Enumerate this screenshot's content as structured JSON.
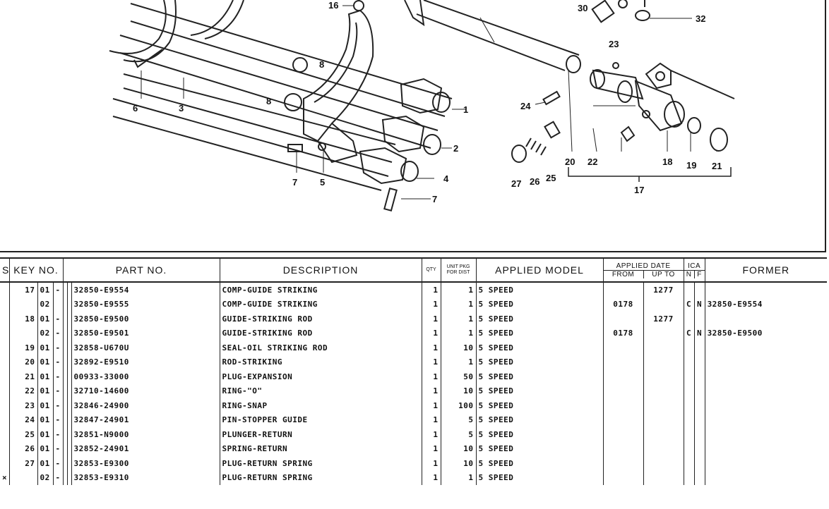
{
  "diagram": {
    "callouts": [
      "16",
      "30",
      "32",
      "23",
      "6",
      "3",
      "8",
      "8",
      "1",
      "24",
      "2",
      "4",
      "7",
      "5",
      "7",
      "20",
      "22",
      "18",
      "19",
      "21",
      "27",
      "26",
      "25",
      "17"
    ]
  },
  "table": {
    "headers": {
      "s": "S",
      "key_no": "KEY NO.",
      "part_no": "PART  NO.",
      "description": "DESCRIPTION",
      "qty": "QTY",
      "unit_pkg": "UNIT PKG FOR DIST",
      "applied_model": "APPLIED MODEL",
      "applied_date": "APPLIED DATE",
      "from": "FROM",
      "up_to": "UP TO",
      "ica": "ICA",
      "n": "N",
      "f": "F",
      "former": "FORMER"
    },
    "rows": [
      {
        "s": "",
        "key": "17",
        "sub": "01",
        "dash": "-",
        "part": "32850-E9554",
        "desc": "COMP-GUIDE STRIKING",
        "qty": "1",
        "unit": "1",
        "model": "5 SPEED",
        "from": "",
        "upto": "1277",
        "n": "",
        "f": "",
        "former": ""
      },
      {
        "s": "",
        "key": "",
        "sub": "02",
        "dash": "",
        "part": "32850-E9555",
        "desc": "COMP-GUIDE STRIKING",
        "qty": "1",
        "unit": "1",
        "model": "5 SPEED",
        "from": "0178",
        "upto": "",
        "n": "C",
        "f": "N",
        "former": "32850-E9554"
      },
      {
        "s": "",
        "key": "18",
        "sub": "01",
        "dash": "-",
        "part": "32850-E9500",
        "desc": "GUIDE-STRIKING ROD",
        "qty": "1",
        "unit": "1",
        "model": "5 SPEED",
        "from": "",
        "upto": "1277",
        "n": "",
        "f": "",
        "former": ""
      },
      {
        "s": "",
        "key": "",
        "sub": "02",
        "dash": "-",
        "part": "32850-E9501",
        "desc": "GUIDE-STRIKING ROD",
        "qty": "1",
        "unit": "1",
        "model": "5 SPEED",
        "from": "0178",
        "upto": "",
        "n": "C",
        "f": "N",
        "former": "32850-E9500"
      },
      {
        "s": "",
        "key": "19",
        "sub": "01",
        "dash": "-",
        "part": "32858-U670U",
        "desc": "SEAL-OIL STRIKING ROD",
        "qty": "1",
        "unit": "10",
        "model": "5 SPEED",
        "from": "",
        "upto": "",
        "n": "",
        "f": "",
        "former": ""
      },
      {
        "s": "",
        "key": "20",
        "sub": "01",
        "dash": "-",
        "part": "32892-E9510",
        "desc": "ROD-STRIKING",
        "qty": "1",
        "unit": "1",
        "model": "5 SPEED",
        "from": "",
        "upto": "",
        "n": "",
        "f": "",
        "former": ""
      },
      {
        "s": "",
        "key": "21",
        "sub": "01",
        "dash": "-",
        "part": "00933-33000",
        "desc": "PLUG-EXPANSION",
        "qty": "1",
        "unit": "50",
        "model": "5 SPEED",
        "from": "",
        "upto": "",
        "n": "",
        "f": "",
        "former": ""
      },
      {
        "s": "",
        "key": "22",
        "sub": "01",
        "dash": "-",
        "part": "32710-14600",
        "desc": "RING-\"O\"",
        "qty": "1",
        "unit": "10",
        "model": "5 SPEED",
        "from": "",
        "upto": "",
        "n": "",
        "f": "",
        "former": ""
      },
      {
        "s": "",
        "key": "23",
        "sub": "01",
        "dash": "-",
        "part": "32846-24900",
        "desc": "RING-SNAP",
        "qty": "1",
        "unit": "100",
        "model": "5 SPEED",
        "from": "",
        "upto": "",
        "n": "",
        "f": "",
        "former": ""
      },
      {
        "s": "",
        "key": "24",
        "sub": "01",
        "dash": "-",
        "part": "32847-24901",
        "desc": "PIN-STOPPER GUIDE",
        "qty": "1",
        "unit": "5",
        "model": "5 SPEED",
        "from": "",
        "upto": "",
        "n": "",
        "f": "",
        "former": ""
      },
      {
        "s": "",
        "key": "25",
        "sub": "01",
        "dash": "-",
        "part": "32851-N9000",
        "desc": "PLUNGER-RETURN",
        "qty": "1",
        "unit": "5",
        "model": "5 SPEED",
        "from": "",
        "upto": "",
        "n": "",
        "f": "",
        "former": ""
      },
      {
        "s": "",
        "key": "26",
        "sub": "01",
        "dash": "-",
        "part": "32852-24901",
        "desc": "SPRING-RETURN",
        "qty": "1",
        "unit": "10",
        "model": "5 SPEED",
        "from": "",
        "upto": "",
        "n": "",
        "f": "",
        "former": ""
      },
      {
        "s": "",
        "key": "27",
        "sub": "01",
        "dash": "-",
        "part": "32853-E9300",
        "desc": "PLUG-RETURN SPRING",
        "qty": "1",
        "unit": "10",
        "model": "5 SPEED",
        "from": "",
        "upto": "",
        "n": "",
        "f": "",
        "former": ""
      },
      {
        "s": "×",
        "key": "",
        "sub": "02",
        "dash": "-",
        "part": "32853-E9310",
        "desc": "PLUG-RETURN SPRING",
        "qty": "1",
        "unit": "1",
        "model": "5 SPEED",
        "from": "",
        "upto": "",
        "n": "",
        "f": "",
        "former": ""
      }
    ]
  }
}
